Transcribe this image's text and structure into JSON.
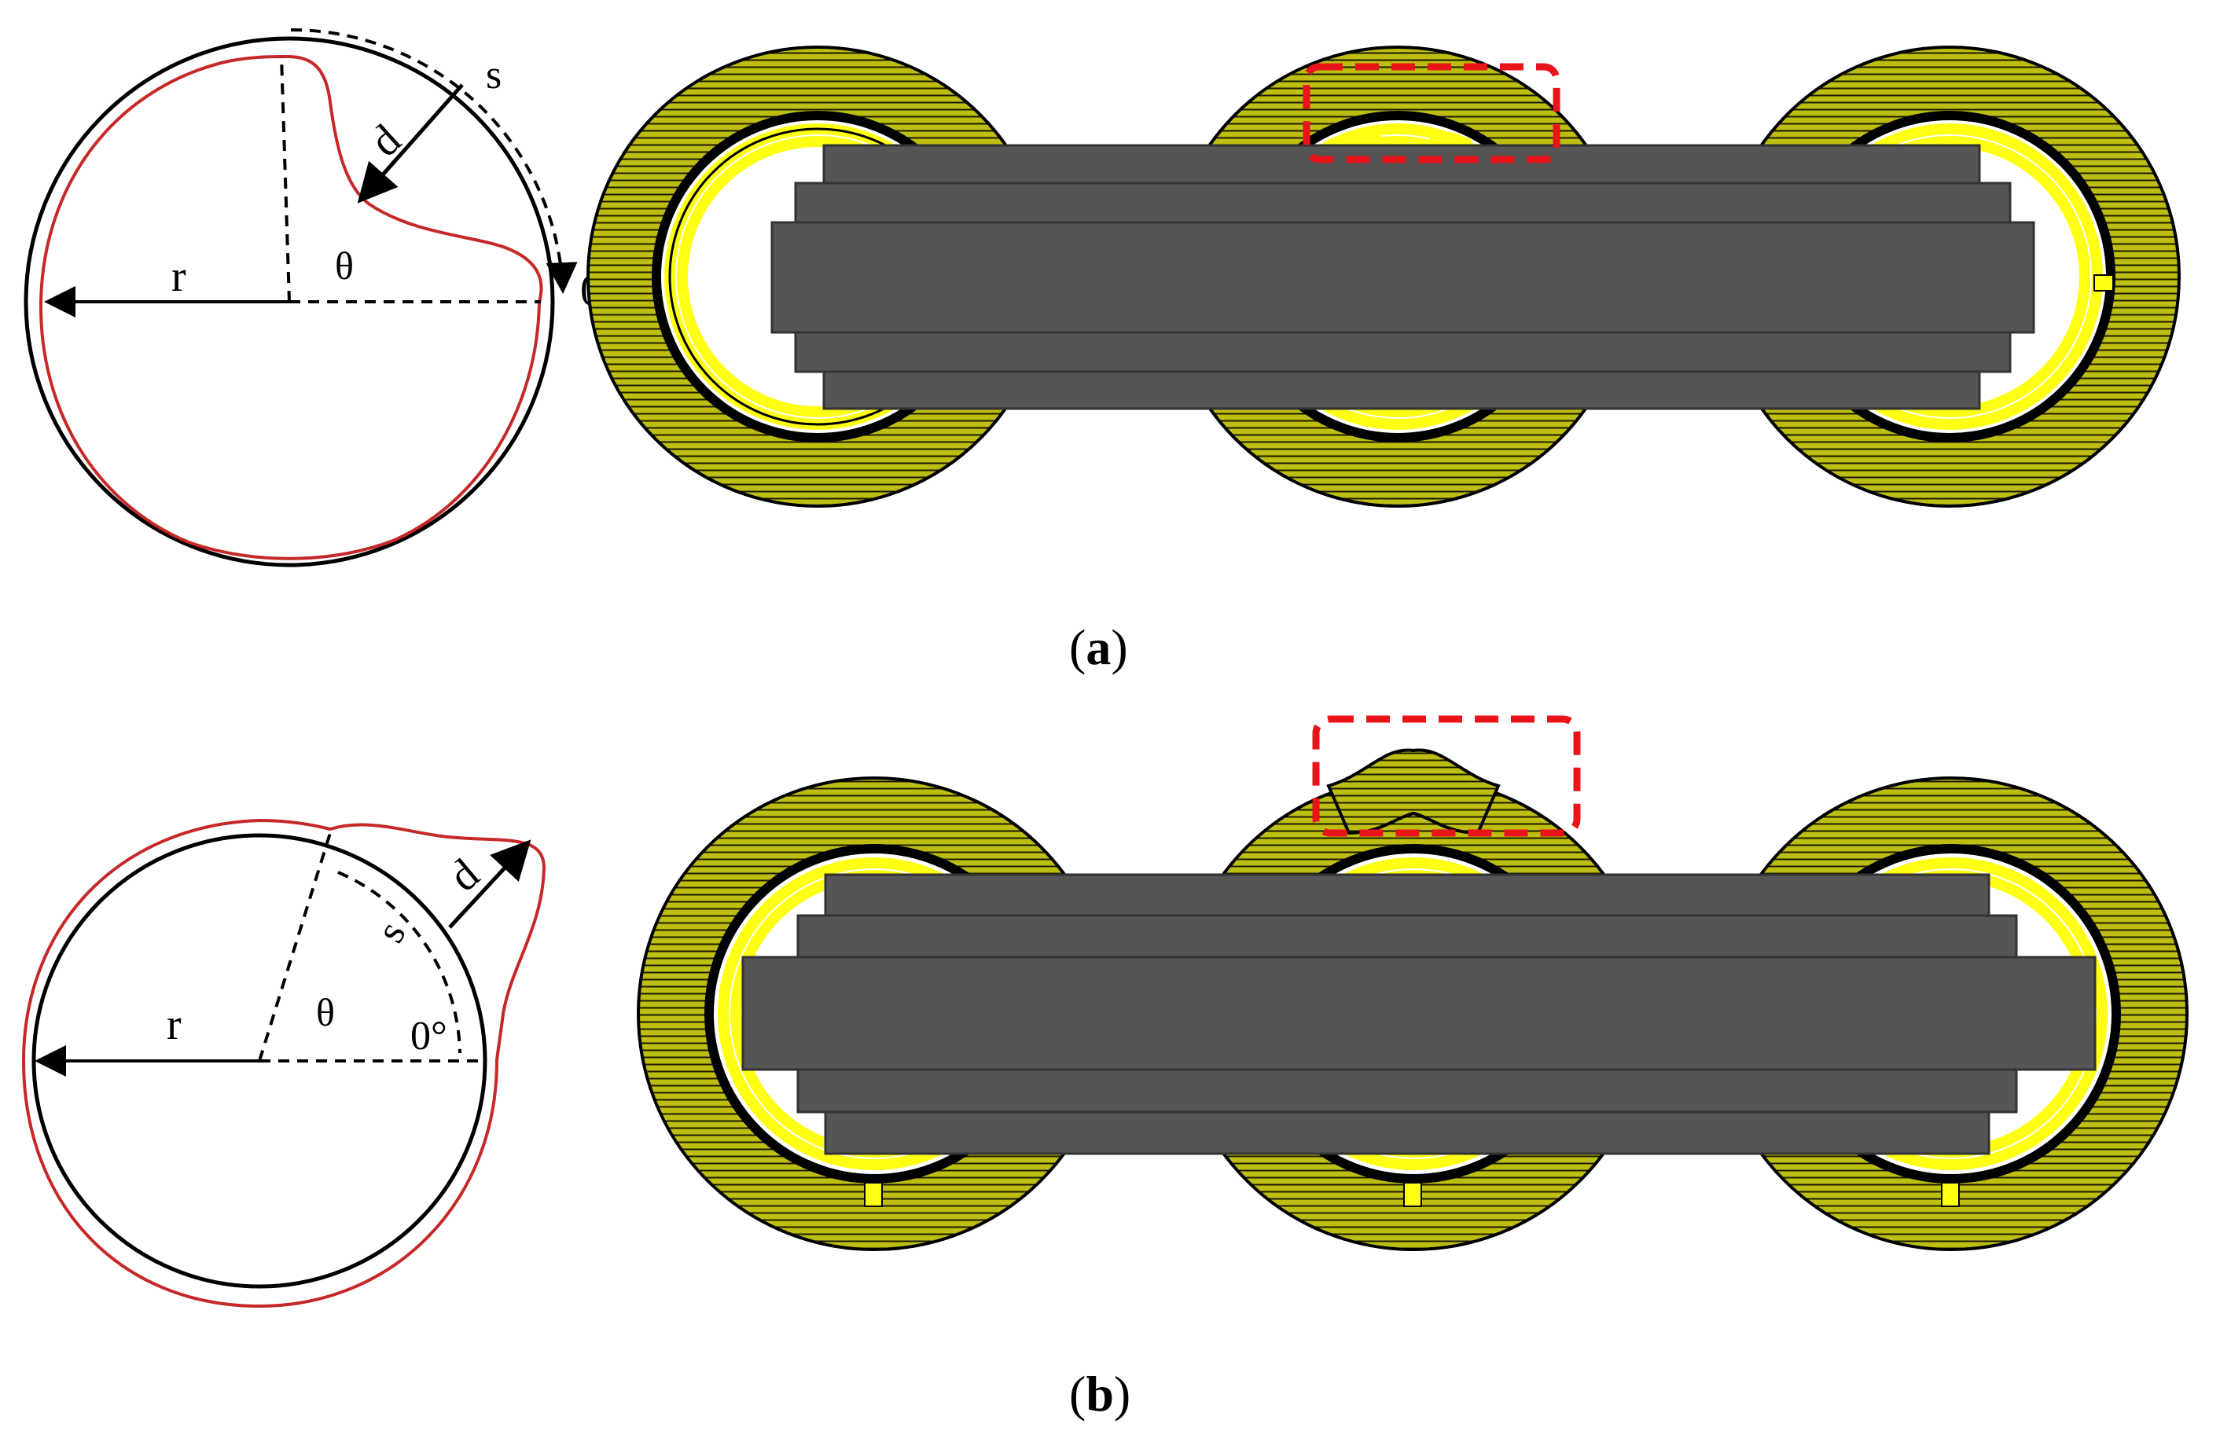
{
  "panel_a": {
    "caption_open": "(",
    "caption_letter": "a",
    "caption_close": ")",
    "labels": {
      "r": "r",
      "theta": "θ",
      "d": "d",
      "s": "s",
      "angle0": "0°"
    }
  },
  "panel_b": {
    "caption_open": "(",
    "caption_letter": "b",
    "caption_close": ")",
    "labels": {
      "r": "r",
      "theta": "θ",
      "d": "d",
      "s": "s",
      "angle0": "0°"
    }
  },
  "colors": {
    "winding_yellow": "#b5b510",
    "winding_lines": "#1a1a00",
    "coil_yellow": "#ffff14",
    "core_gray": "#555555",
    "core_lines": "#333333",
    "highlight_red": "#e8141a",
    "deformed_outline_red": "#c62828"
  }
}
